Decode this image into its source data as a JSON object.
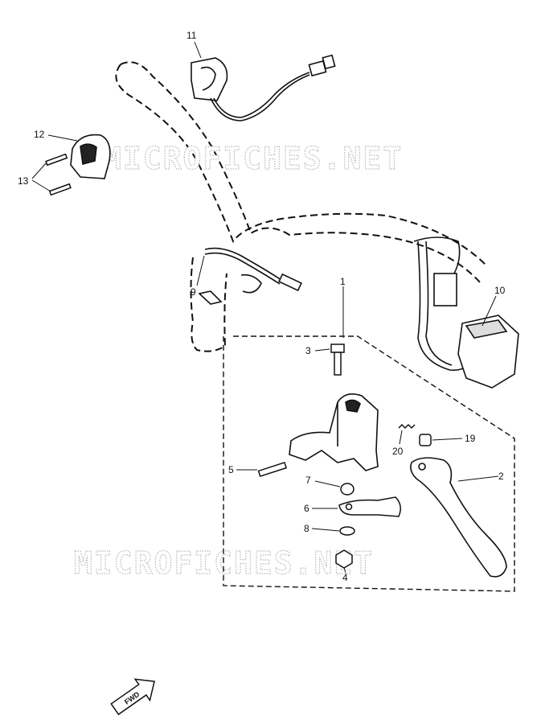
{
  "callouts": {
    "c1": "1",
    "c2": "2",
    "c3": "3",
    "c4": "4",
    "c5": "5",
    "c6": "6",
    "c7": "7",
    "c8": "8",
    "c9": "9",
    "c10": "10",
    "c11": "11",
    "c12": "12",
    "c13": "13",
    "c19": "19",
    "c20": "20"
  },
  "watermarks": {
    "top": "MICROFICHES.NET",
    "bottom": "MICROFICHES.NET"
  },
  "fwd_label": "FWD"
}
